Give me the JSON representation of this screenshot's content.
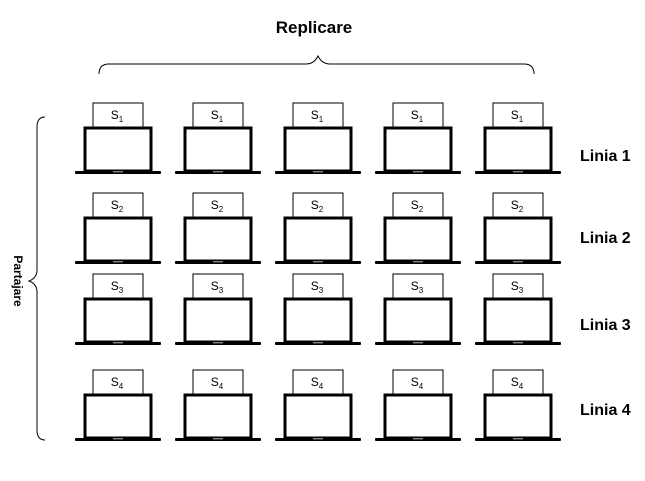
{
  "title": "Replicare",
  "side_label": "Partajare",
  "rows": [
    {
      "label": "Linia 1",
      "shard_base": "S",
      "shard_index": "1",
      "count": 5
    },
    {
      "label": "Linia 2",
      "shard_base": "S",
      "shard_index": "2",
      "count": 5
    },
    {
      "label": "Linia 3",
      "shard_base": "S",
      "shard_index": "3",
      "count": 5
    },
    {
      "label": "Linia 4",
      "shard_base": "S",
      "shard_index": "4",
      "count": 5
    }
  ],
  "colors": {
    "stroke": "#000000",
    "fill": "#ffffff",
    "trackpad": "#888888"
  }
}
